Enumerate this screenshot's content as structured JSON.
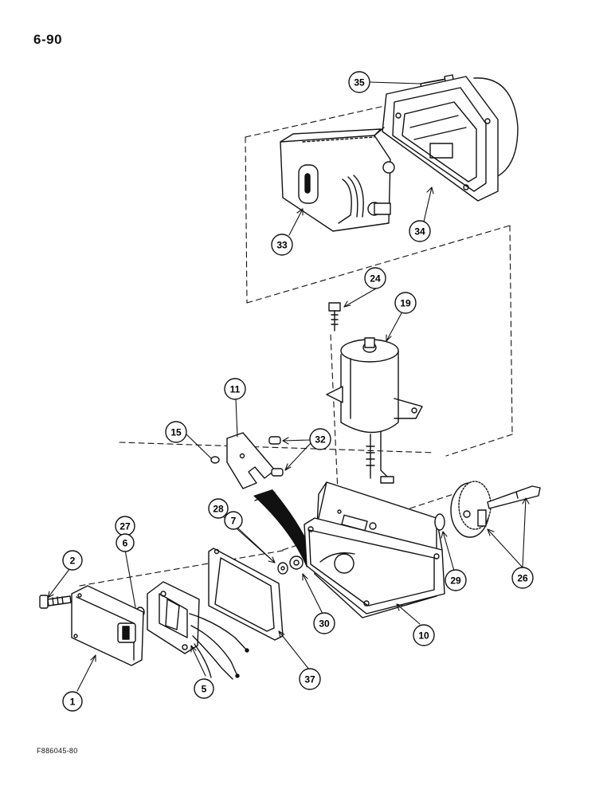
{
  "page_number": "6-90",
  "figure_code": "F886045-80",
  "callouts": [
    {
      "id": "c35",
      "label": "35"
    },
    {
      "id": "c34",
      "label": "34"
    },
    {
      "id": "c33",
      "label": "33"
    },
    {
      "id": "c24",
      "label": "24"
    },
    {
      "id": "c19",
      "label": "19"
    },
    {
      "id": "c11",
      "label": "11"
    },
    {
      "id": "c15",
      "label": "15"
    },
    {
      "id": "c32",
      "label": "32"
    },
    {
      "id": "c28",
      "label": "28"
    },
    {
      "id": "c7",
      "label": "7"
    },
    {
      "id": "c27",
      "label": "27"
    },
    {
      "id": "c6",
      "label": "6"
    },
    {
      "id": "c2",
      "label": "2"
    },
    {
      "id": "c29",
      "label": "29"
    },
    {
      "id": "c26",
      "label": "26"
    },
    {
      "id": "c30",
      "label": "30"
    },
    {
      "id": "c10",
      "label": "10"
    },
    {
      "id": "c1",
      "label": "1"
    },
    {
      "id": "c5",
      "label": "5"
    },
    {
      "id": "c37",
      "label": "37"
    }
  ]
}
